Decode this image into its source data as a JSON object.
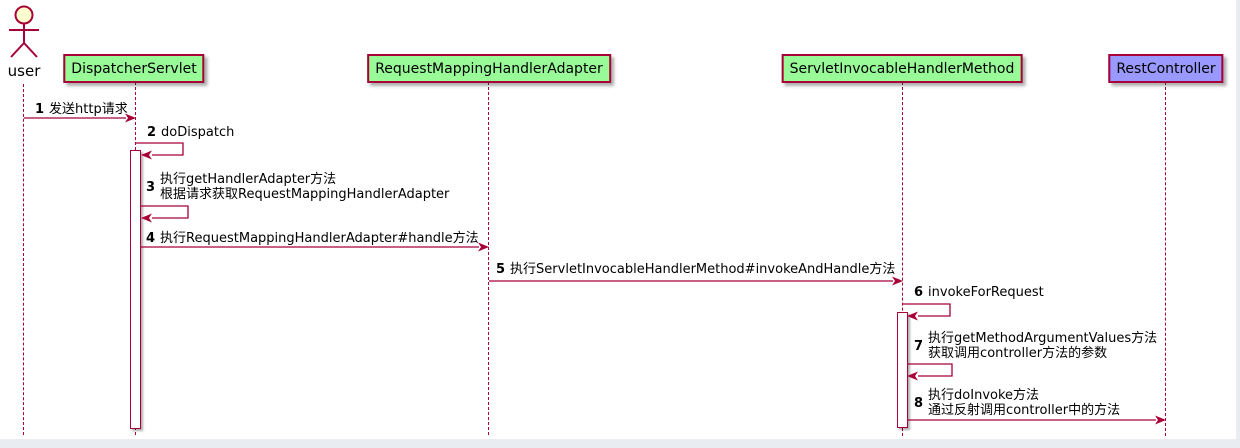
{
  "diagram": {
    "type": "uml-sequence",
    "actor": {
      "name": "user"
    },
    "participants": [
      {
        "label": "DispatcherServlet",
        "fill": "#98FB98"
      },
      {
        "label": "RequestMappingHandlerAdapter",
        "fill": "#98FB98"
      },
      {
        "label": "ServletInvocableHandlerMethod",
        "fill": "#98FB98"
      },
      {
        "label": "RestController",
        "fill": "#9999FF"
      }
    ],
    "messages": [
      {
        "num": "1",
        "from": "user",
        "to": "DispatcherServlet",
        "lines": [
          "发送http请求"
        ]
      },
      {
        "num": "2",
        "from": "DispatcherServlet",
        "to": "DispatcherServlet",
        "lines": [
          "doDispatch"
        ]
      },
      {
        "num": "3",
        "from": "DispatcherServlet",
        "to": "DispatcherServlet",
        "lines": [
          "执行getHandlerAdapter方法",
          "根据请求获取RequestMappingHandlerAdapter"
        ]
      },
      {
        "num": "4",
        "from": "DispatcherServlet",
        "to": "RequestMappingHandlerAdapter",
        "lines": [
          "执行RequestMappingHandlerAdapter#handle方法"
        ]
      },
      {
        "num": "5",
        "from": "RequestMappingHandlerAdapter",
        "to": "ServletInvocableHandlerMethod",
        "lines": [
          "执行ServletInvocableHandlerMethod#invokeAndHandle方法"
        ]
      },
      {
        "num": "6",
        "from": "ServletInvocableHandlerMethod",
        "to": "ServletInvocableHandlerMethod",
        "lines": [
          "invokeForRequest"
        ]
      },
      {
        "num": "7",
        "from": "ServletInvocableHandlerMethod",
        "to": "ServletInvocableHandlerMethod",
        "lines": [
          "执行getMethodArgumentValues方法",
          "获取调用controller方法的参数"
        ]
      },
      {
        "num": "8",
        "from": "ServletInvocableHandlerMethod",
        "to": "RestController",
        "lines": [
          "执行doInvoke方法",
          "通过反射调用controller中的方法"
        ]
      }
    ],
    "colors": {
      "arrow": "#A80036",
      "lifeline": "#A80036",
      "border": "#A80036",
      "participant_fill_green": "#98FB98",
      "participant_fill_purple": "#9999FF",
      "actor_head_fill": "#FEFECE",
      "activation_fill": "#FFFFFF",
      "text": "#000000",
      "background": "#FFFFFF",
      "page_margin": "#E9EDF2"
    }
  }
}
